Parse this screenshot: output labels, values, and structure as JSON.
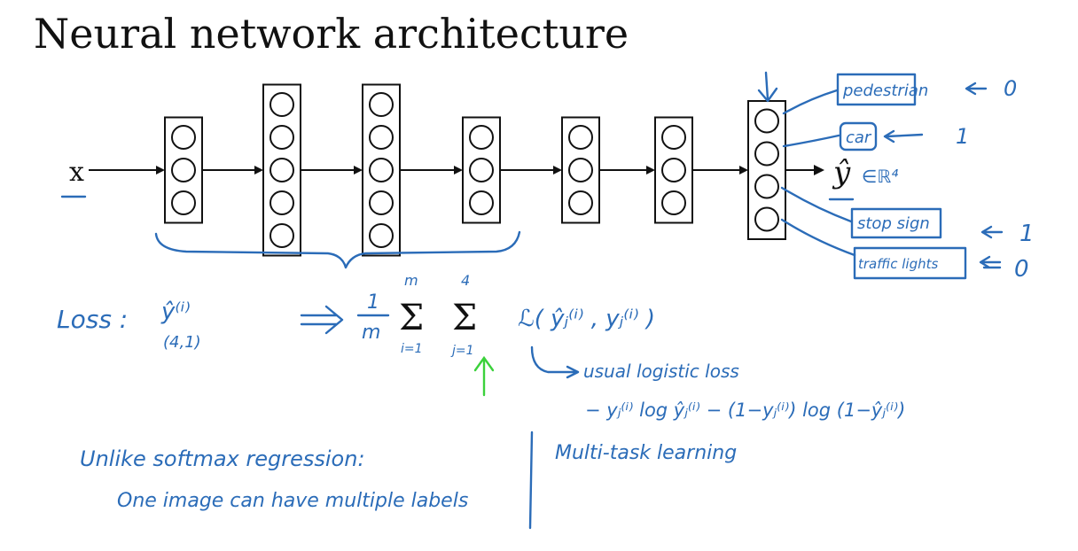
{
  "title": "Neural network architecture",
  "network": {
    "input_label": "x",
    "output_label": "ŷ",
    "output_space": "∈ℝ⁴",
    "layers": [
      3,
      5,
      5,
      3,
      3,
      3,
      4
    ]
  },
  "outputs": [
    {
      "label": "pedestrian",
      "value": "0"
    },
    {
      "label": "car",
      "value": "1"
    },
    {
      "label": "stop sign",
      "value": "1"
    },
    {
      "label": "traffic lights",
      "value": "0"
    }
  ],
  "loss": {
    "label": "Loss :",
    "y_hat": "ŷ⁽ⁱ⁾",
    "shape": "(4,1)",
    "frac_num": "1",
    "frac_den": "m",
    "sum1_top": "m",
    "sum1_bot": "i=1",
    "sum2_top": "4",
    "sum2_bot": "j=1",
    "term": "ℒ( ŷⱼ⁽ⁱ⁾ , yⱼ⁽ⁱ⁾ )",
    "usual": "usual logistic loss",
    "logistic": "− yⱼ⁽ⁱ⁾ log ŷⱼ⁽ⁱ⁾ − (1−yⱼ⁽ⁱ⁾) log (1−ŷⱼ⁽ⁱ⁾)"
  },
  "notes": {
    "softmax_1": "Unlike softmax regression:",
    "softmax_2": "One image can have multiple labels",
    "multitask": "Multi-task learning"
  }
}
